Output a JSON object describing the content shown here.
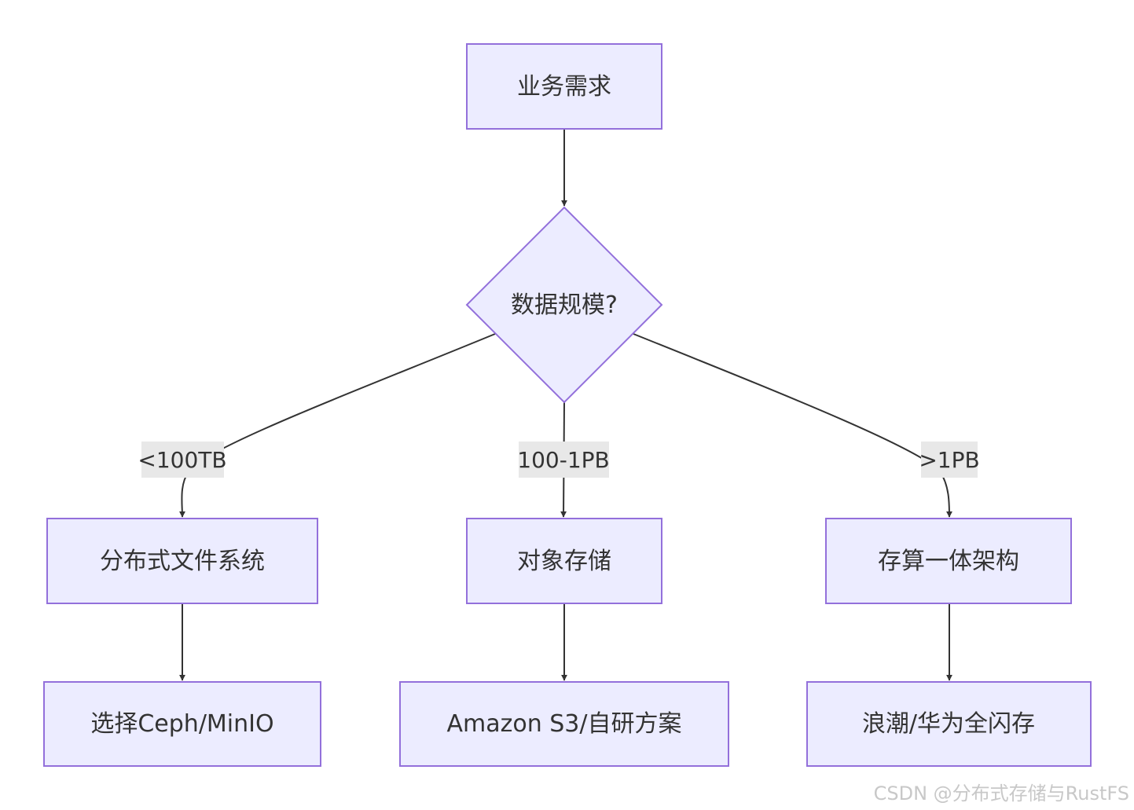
{
  "nodes": {
    "start": "业务需求",
    "decision": "数据规模?",
    "dfs": "分布式文件系统",
    "object_storage": "对象存储",
    "converged": "存算一体架构",
    "choose_ceph": "选择Ceph/MinIO",
    "amazon_s3": "Amazon S3/自研方案",
    "all_flash": "浪潮/华为全闪存"
  },
  "edges": {
    "small": "<100TB",
    "medium": "100-1PB",
    "large": ">1PB"
  },
  "watermark": "CSDN @分布式存储与RustFS",
  "colors": {
    "node_fill": "#ECECFF",
    "node_stroke": "#9370DB",
    "edge": "#333333",
    "label_bg": "#e8e8e8"
  }
}
